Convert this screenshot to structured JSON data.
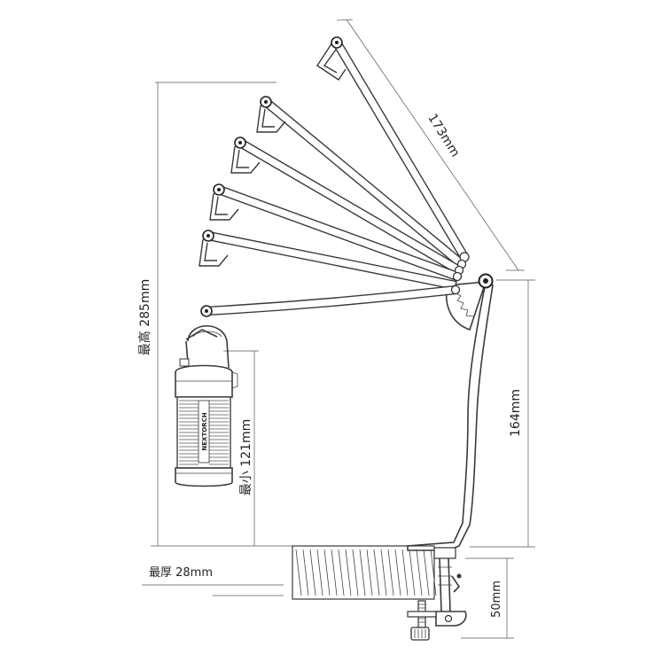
{
  "labels": {
    "max_height": "最高 285mm",
    "arm_length": "173mm",
    "pivot_height": "164mm",
    "min_height": "最小 121mm",
    "max_thickness": "最厚 28mm",
    "clamp_depth": "50mm"
  },
  "lantern": {
    "brand": "NEXTORCH"
  },
  "arm_positions": [
    {
      "end": [
        380,
        48
      ]
    },
    {
      "end": [
        300,
        115
      ]
    },
    {
      "end": [
        271,
        161
      ]
    },
    {
      "end": [
        247,
        214
      ]
    },
    {
      "end": [
        235,
        266
      ]
    },
    {
      "end": [
        233,
        351
      ]
    }
  ]
}
